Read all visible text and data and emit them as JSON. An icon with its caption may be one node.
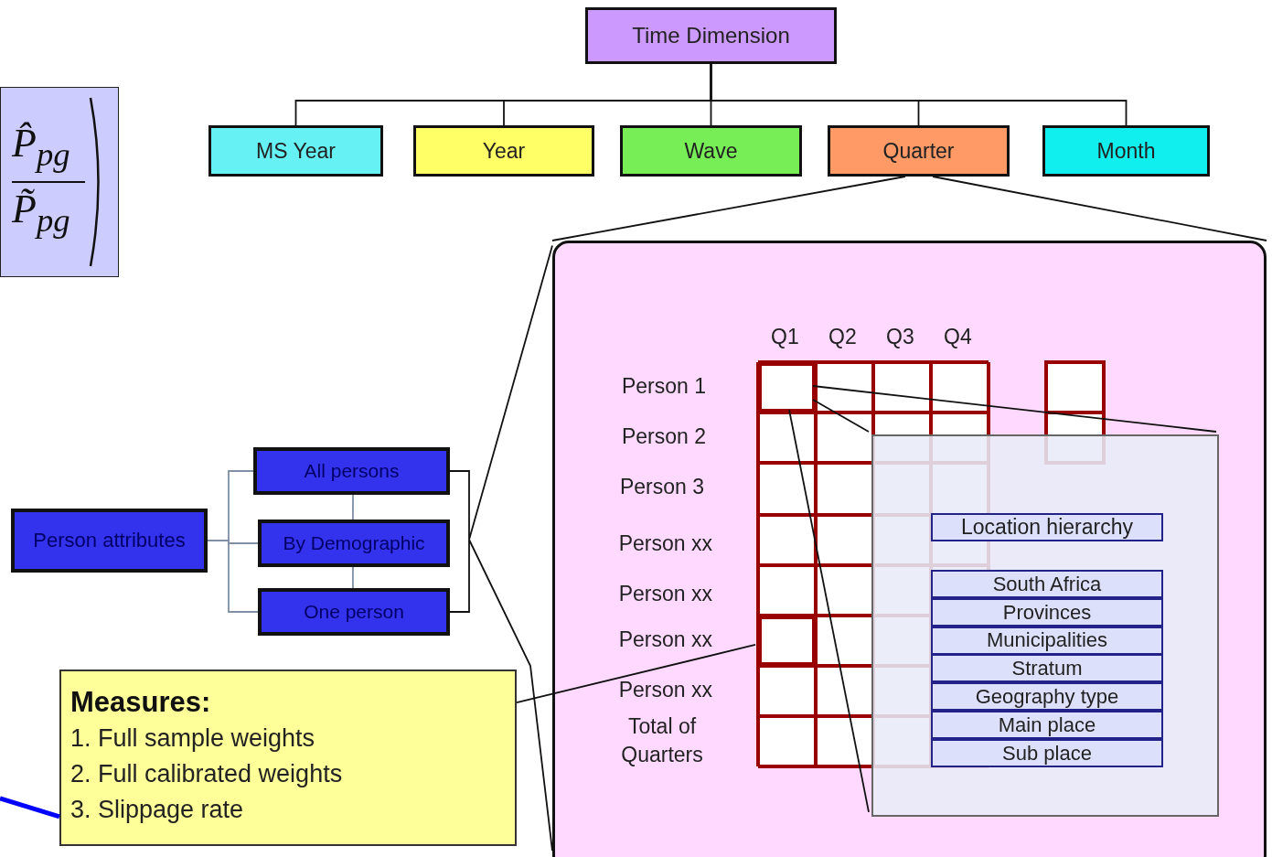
{
  "diagram": {
    "nodes": [
      {
        "text": [
          "Time Dimension"
        ]
      },
      {
        "text": [
          "MS Year"
        ]
      },
      {
        "text": [
          "Year"
        ]
      },
      {
        "text": [
          "Wave"
        ]
      },
      {
        "text": [
          "Quarter"
        ]
      },
      {
        "text": [
          "Month"
        ]
      },
      {
        "text": [
          "P̂$_{pg}$",
          "P̃$_{pg}$"
        ]
      },
      {
        "text": [],
        "shape": "box"
      },
      {
        "text": [
          "Person attributes"
        ]
      },
      {
        "text": [
          "All persons"
        ]
      },
      {
        "text": [
          "By Demographic"
        ]
      },
      {
        "text": [
          "One person"
        ]
      },
      {
        "text": [],
        "shape": "box",
        "in": 7
      },
      {
        "text": [],
        "shape": "box",
        "in": 7
      },
      {
        "text": [],
        "shape": "box",
        "in": 7
      },
      {
        "text": [
          "Location hierarchy"
        ],
        "in": 14
      },
      {
        "text": [
          "South Africa"
        ],
        "in": 14
      },
      {
        "text": [
          "Provinces"
        ],
        "in": 14
      },
      {
        "text": [
          "Municipalities"
        ],
        "in": 14
      },
      {
        "text": [
          "Stratum"
        ],
        "in": 14
      },
      {
        "text": [
          "Geography type"
        ],
        "in": 14
      },
      {
        "text": [
          "Main place"
        ],
        "in": 14
      },
      {
        "text": [
          "Sub place"
        ],
        "in": 14
      },
      {
        "text": [
          "Measures:",
          "1. Full sample weights",
          "2. Full calibrated weights",
          "3. Slippage rate"
        ]
      }
    ],
    "edges": [
      {
        "from": 0,
        "to": 1,
        "arrow": "none"
      },
      {
        "from": 0,
        "to": 2,
        "arrow": "none"
      },
      {
        "from": 0,
        "to": 3,
        "arrow": "none"
      },
      {
        "from": 0,
        "to": 4,
        "arrow": "none"
      },
      {
        "from": 0,
        "to": 5,
        "arrow": "none"
      },
      {
        "from": 4,
        "to": 7,
        "arrow": "none"
      },
      {
        "from": 4,
        "to": 7,
        "arrow": "none"
      },
      {
        "from": 8,
        "to": 9,
        "arrow": "none",
        "color": "#7f8fa6"
      },
      {
        "from": 8,
        "to": 10,
        "arrow": "none",
        "color": "#7f8fa6"
      },
      {
        "from": 8,
        "to": 11,
        "arrow": "none",
        "color": "#7f8fa6"
      },
      {
        "from": 9,
        "to": 10,
        "arrow": "none",
        "color": "#7f8fa6"
      },
      {
        "from": 10,
        "to": 11,
        "arrow": "none",
        "color": "#7f8fa6"
      },
      {
        "from": 9,
        "to": 7,
        "arrow": "none"
      },
      {
        "from": 11,
        "to": 7,
        "arrow": "none"
      },
      {
        "from": 12,
        "to": 14,
        "arrow": "none"
      },
      {
        "from": 12,
        "to": 14,
        "arrow": "none"
      },
      {
        "from": 12,
        "to": 14,
        "arrow": "none"
      },
      {
        "from": 23,
        "to": 13,
        "arrow": "none"
      },
      {
        "from": null,
        "to": 23,
        "arrow": "none",
        "style": "thick",
        "color": "#0000ff"
      }
    ],
    "labels": [
      "Q1",
      "Q2",
      "Q3",
      "Q4",
      "Person 1",
      "Person 2",
      "Person 3",
      "Person xx",
      "Person xx",
      "Person xx",
      "Person xx",
      "Total of Quarters"
    ]
  }
}
